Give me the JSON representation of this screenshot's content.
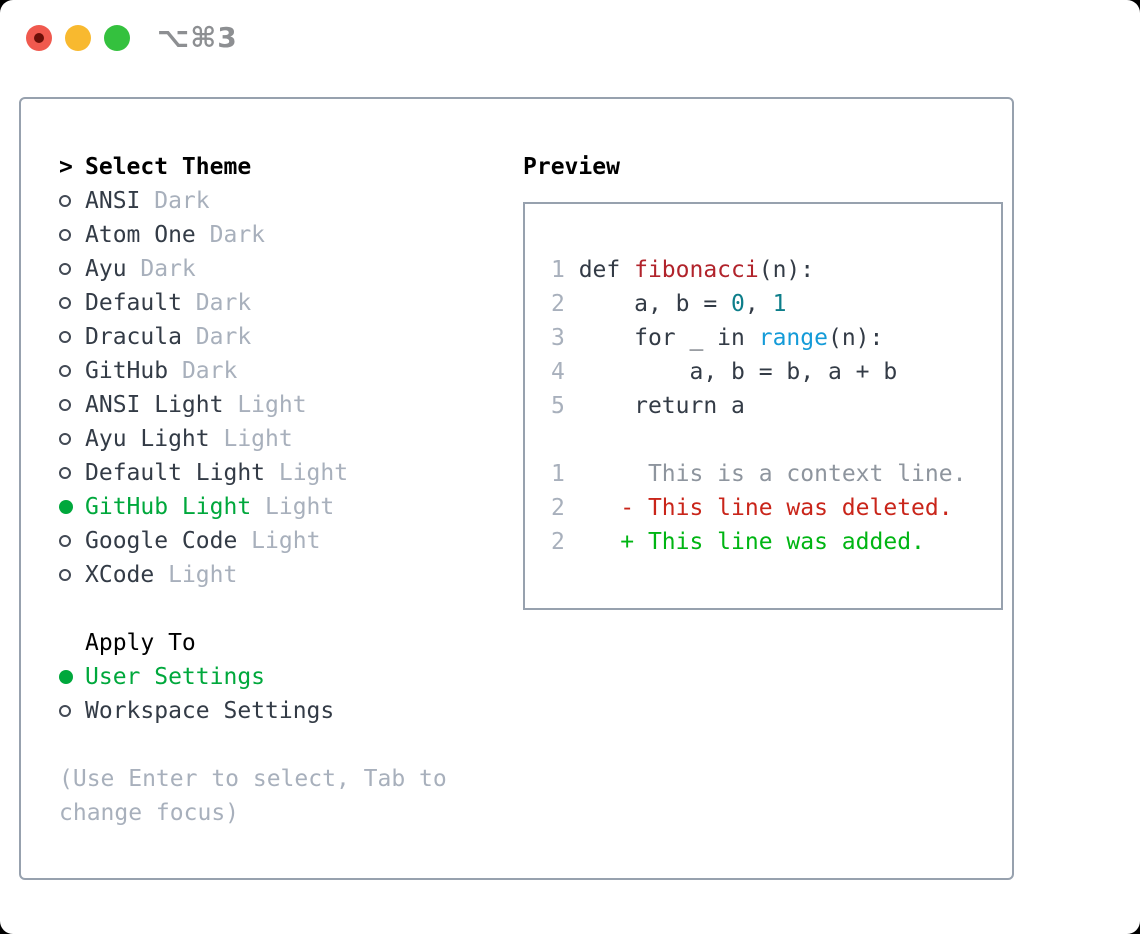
{
  "window": {
    "title_shortcut": "⌥⌘3"
  },
  "traffic_lights": {
    "red": "#f0594e",
    "red_dot": "#6b0f08",
    "yellow": "#f8b92f",
    "green": "#34c13e"
  },
  "theme_picker": {
    "prompt": ">",
    "title": "Select Theme",
    "items": [
      {
        "name": "ANSI",
        "tag": "Dark",
        "selected": false
      },
      {
        "name": "Atom One",
        "tag": "Dark",
        "selected": false
      },
      {
        "name": "Ayu",
        "tag": "Dark",
        "selected": false
      },
      {
        "name": "Default",
        "tag": "Dark",
        "selected": false
      },
      {
        "name": "Dracula",
        "tag": "Dark",
        "selected": false
      },
      {
        "name": "GitHub",
        "tag": "Dark",
        "selected": false
      },
      {
        "name": "ANSI Light",
        "tag": "Light",
        "selected": false
      },
      {
        "name": "Ayu Light",
        "tag": "Light",
        "selected": false
      },
      {
        "name": "Default Light",
        "tag": "Light",
        "selected": false
      },
      {
        "name": "GitHub Light",
        "tag": "Light",
        "selected": true
      },
      {
        "name": "Google Code",
        "tag": "Light",
        "selected": false
      },
      {
        "name": "XCode",
        "tag": "Light",
        "selected": false
      }
    ]
  },
  "apply_to": {
    "title": "Apply To",
    "options": [
      {
        "label": "User Settings",
        "selected": true
      },
      {
        "label": "Workspace Settings",
        "selected": false
      }
    ]
  },
  "hint": "(Use Enter to select, Tab to change focus)",
  "preview": {
    "title": "Preview",
    "code_lines": [
      {
        "num": "1",
        "tokens": [
          [
            "def ",
            "fg"
          ],
          [
            "fibonacci",
            "func"
          ],
          [
            "(n):",
            "fg"
          ]
        ]
      },
      {
        "num": "2",
        "tokens": [
          [
            "    a, b = ",
            "fg"
          ],
          [
            "0",
            "num"
          ],
          [
            ", ",
            "fg"
          ],
          [
            "1",
            "num"
          ]
        ]
      },
      {
        "num": "3",
        "tokens": [
          [
            "    for _ in ",
            "fg"
          ],
          [
            "range",
            "builtin"
          ],
          [
            "(n):",
            "fg"
          ]
        ]
      },
      {
        "num": "4",
        "tokens": [
          [
            "        a, b = b, a + b",
            "fg"
          ]
        ]
      },
      {
        "num": "5",
        "tokens": [
          [
            "    return a",
            "fg"
          ]
        ]
      }
    ],
    "diff_lines": [
      {
        "num": "1",
        "prefix": "      ",
        "marker": "",
        "text": "This is a context line.",
        "kind": "context"
      },
      {
        "num": "2",
        "prefix": "    ",
        "marker": "- ",
        "text": "This line was deleted.",
        "kind": "deleted"
      },
      {
        "num": "2",
        "prefix": "    ",
        "marker": "+ ",
        "text": "This line was added.",
        "kind": "added"
      }
    ]
  },
  "colors": {
    "panel_border": "#97a1ae",
    "text_dark": "#333b46",
    "text_muted": "#a8b0bc",
    "accent_green": "#00a83c",
    "diff_red": "#c9251a",
    "diff_green": "#00b513",
    "syntax_function_red": "#b1232b",
    "syntax_number_teal": "#0d7e8a",
    "syntax_builtin_blue": "#149bd8"
  }
}
